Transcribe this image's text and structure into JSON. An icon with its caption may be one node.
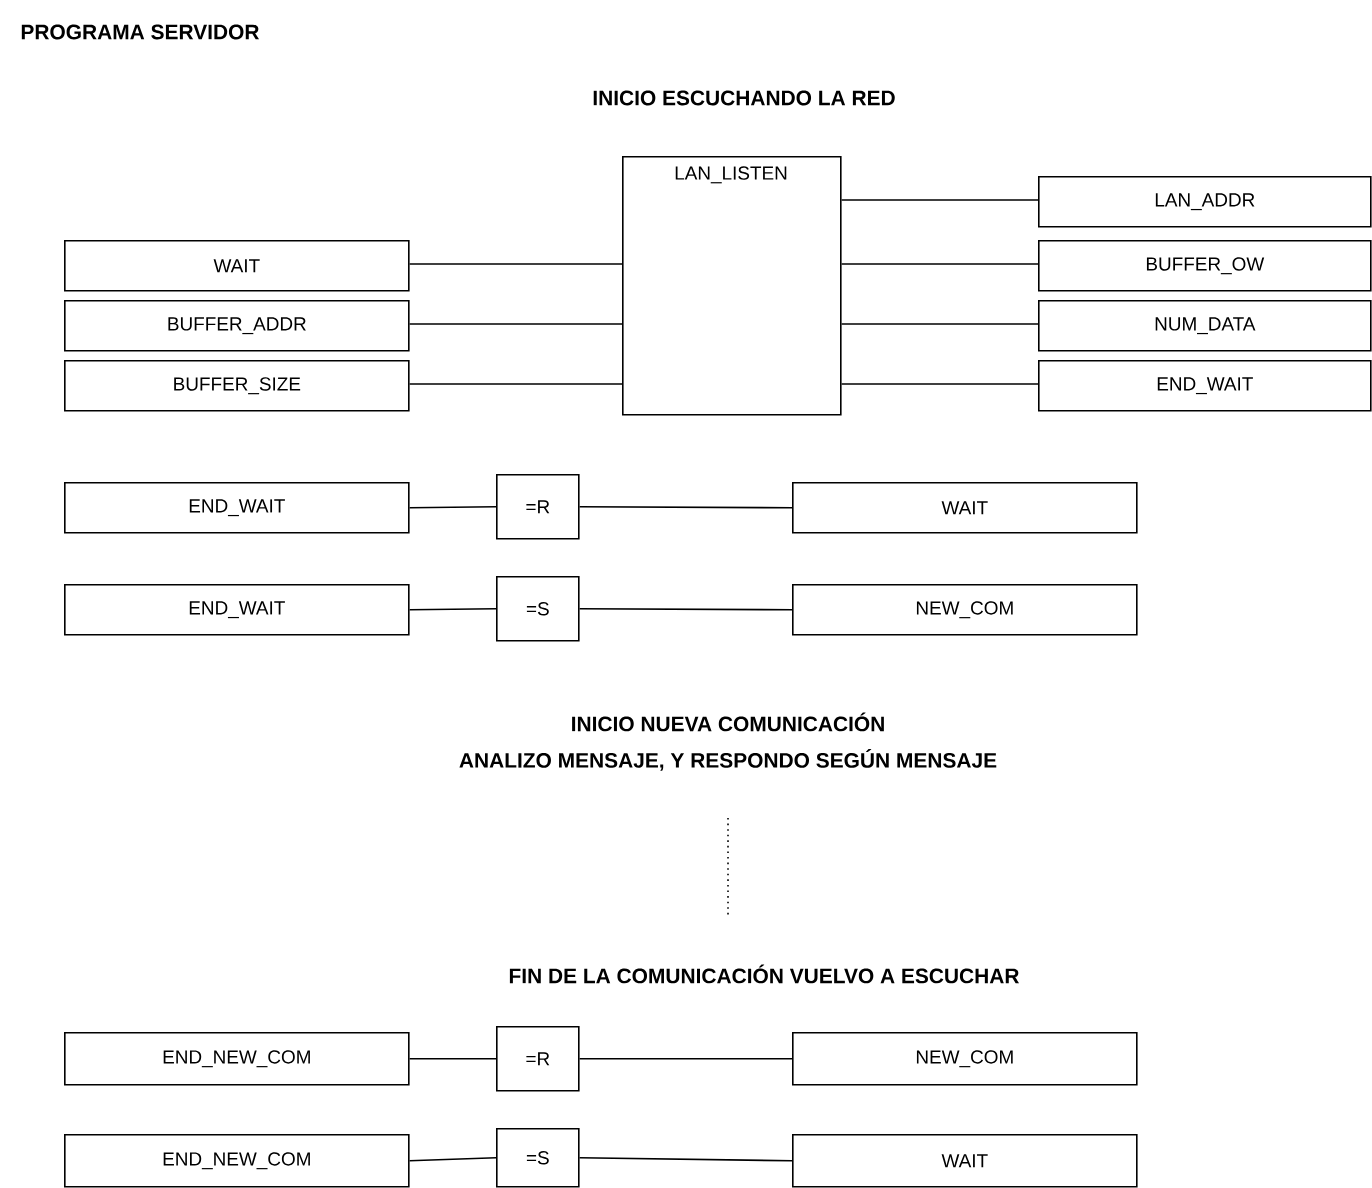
{
  "diagram": {
    "title": "PROGRAMA SERVIDOR",
    "nodes": [
      {
        "text": [
          "LAN_LISTEN"
        ]
      },
      {
        "text": [
          "WAIT"
        ]
      },
      {
        "text": [
          "BUFFER_ADDR"
        ]
      },
      {
        "text": [
          "BUFFER_SIZE"
        ]
      },
      {
        "text": [
          "LAN_ADDR"
        ]
      },
      {
        "text": [
          "BUFFER_OW"
        ]
      },
      {
        "text": [
          "NUM_DATA"
        ]
      },
      {
        "text": [
          "END_WAIT"
        ]
      },
      {
        "text": [
          "END_WAIT"
        ]
      },
      {
        "text": [
          "=R"
        ]
      },
      {
        "text": [
          "WAIT"
        ]
      },
      {
        "text": [
          "END_WAIT"
        ]
      },
      {
        "text": [
          "=S"
        ]
      },
      {
        "text": [
          "NEW_COM"
        ]
      },
      {
        "text": [
          "END_NEW_COM"
        ]
      },
      {
        "text": [
          "=R"
        ]
      },
      {
        "text": [
          "NEW_COM"
        ]
      },
      {
        "text": [
          "END_NEW_COM"
        ]
      },
      {
        "text": [
          "=S"
        ]
      },
      {
        "text": [
          "WAIT"
        ]
      }
    ],
    "edges": [
      {
        "from": 1,
        "to": 0,
        "arrow": "none"
      },
      {
        "from": 2,
        "to": 0,
        "arrow": "none"
      },
      {
        "from": 3,
        "to": 0,
        "arrow": "none"
      },
      {
        "from": 0,
        "to": 4,
        "arrow": "none"
      },
      {
        "from": 0,
        "to": 5,
        "arrow": "none"
      },
      {
        "from": 0,
        "to": 6,
        "arrow": "none"
      },
      {
        "from": 0,
        "to": 7,
        "arrow": "none"
      },
      {
        "from": 8,
        "to": 9,
        "arrow": "none"
      },
      {
        "from": 9,
        "to": 10,
        "arrow": "none"
      },
      {
        "from": 11,
        "to": 12,
        "arrow": "none"
      },
      {
        "from": 12,
        "to": 13,
        "arrow": "none"
      },
      {
        "from": 14,
        "to": 15,
        "arrow": "none"
      },
      {
        "from": 15,
        "to": 16,
        "arrow": "none"
      },
      {
        "from": 17,
        "to": 18,
        "arrow": "none"
      },
      {
        "from": 18,
        "to": 19,
        "arrow": "none"
      }
    ],
    "labels": [
      "INICIO ESCUCHANDO LA RED",
      "INICIO NUEVA COMUNICACIÓN",
      "ANALIZO MENSAJE, Y RESPONDO SEGÚN MENSAJE",
      "FIN DE LA COMUNICACIÓN VUELVO A ESCUCHAR"
    ]
  }
}
